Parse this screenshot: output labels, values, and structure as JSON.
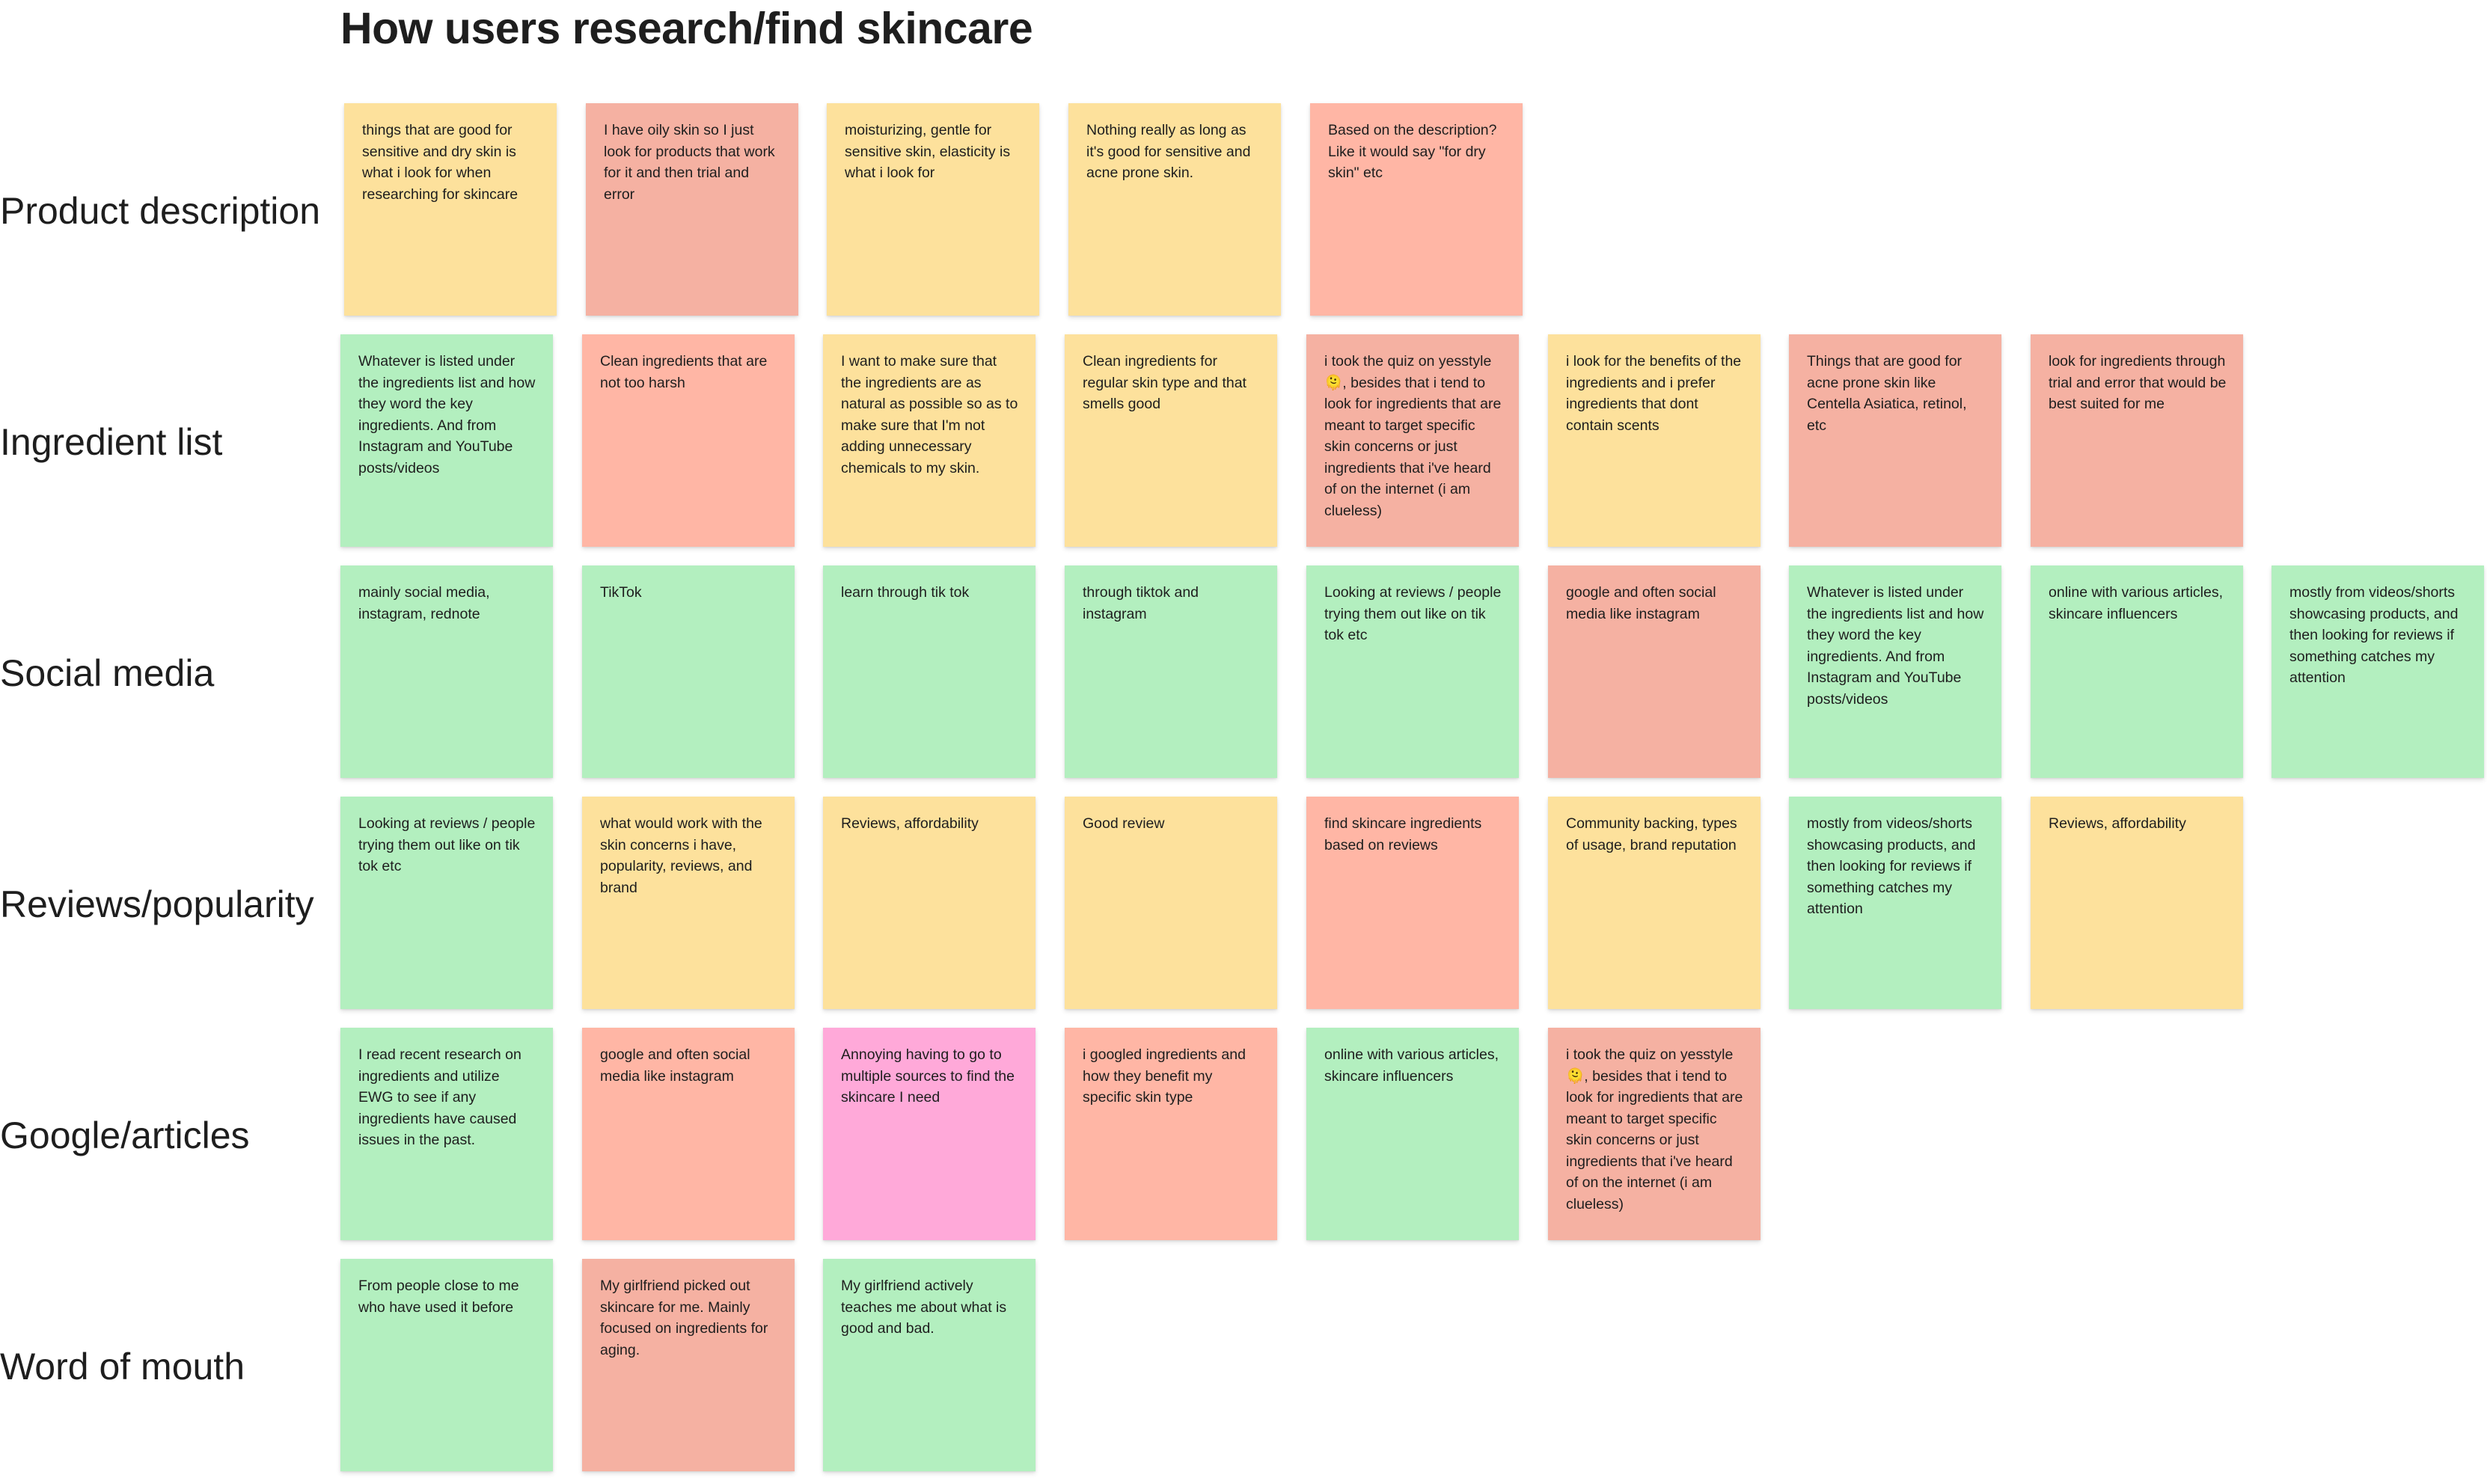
{
  "board": {
    "title": "How users research/find skincare"
  },
  "colors": {
    "yellow": "#fde19c",
    "salmon": "#f5b1a2",
    "peach": "#ffb6a5",
    "green": "#b3efbf",
    "pink": "#ffa9d9"
  },
  "rows": [
    {
      "label": "Product description",
      "notes": [
        {
          "text": "things that are good for sensitive and dry skin is what i look for when researching for skincare",
          "color": "yellow"
        },
        {
          "text": "I have oily skin so I just look for products that work for it and then trial and error",
          "color": "salmon"
        },
        {
          "text": "moisturizing, gentle for sensitive skin, elasticity is what i look for",
          "color": "yellow"
        },
        {
          "text": "Nothing really as long as it's good for sensitive and acne prone skin.",
          "color": "yellow"
        },
        {
          "text": "Based on the description? Like it would say \"for dry skin\" etc",
          "color": "peach"
        }
      ]
    },
    {
      "label": "Ingredient list",
      "notes": [
        {
          "text": "Whatever is listed under the ingredients list and how they word the key ingredients. And from Instagram and YouTube posts/videos",
          "color": "green"
        },
        {
          "text": "Clean ingredients that are not too harsh",
          "color": "peach"
        },
        {
          "text": "I want to make sure that the ingredients are as natural as possible so as to make sure that I'm not adding unnecessary chemicals to my skin.",
          "color": "yellow"
        },
        {
          "text": "Clean ingredients for regular skin type and that smells good",
          "color": "yellow"
        },
        {
          "text": "i took the quiz on yesstyle 🫠, besides that i tend to look for ingredients that are meant to target specific skin concerns or just ingredients that i've heard of on the internet (i am clueless)",
          "color": "salmon"
        },
        {
          "text": "i look for the benefits of the ingredients and i prefer ingredients that dont contain scents",
          "color": "yellow"
        },
        {
          "text": "Things that are good for acne prone skin like Centella Asiatica, retinol, etc",
          "color": "salmon"
        },
        {
          "text": "look for ingredients through trial and error that would be best suited for me",
          "color": "salmon"
        }
      ]
    },
    {
      "label": "Social media",
      "notes": [
        {
          "text": "mainly social media, instagram, rednote",
          "color": "green"
        },
        {
          "text": "TikTok",
          "color": "green"
        },
        {
          "text": "learn through tik tok",
          "color": "green"
        },
        {
          "text": "through tiktok and instagram",
          "color": "green"
        },
        {
          "text": "Looking at reviews / people trying them out like on tik tok etc",
          "color": "green"
        },
        {
          "text": "google and often social media like instagram",
          "color": "salmon"
        },
        {
          "text": "Whatever is listed under the ingredients list and how they word the key ingredients. And from Instagram and YouTube posts/videos",
          "color": "green"
        },
        {
          "text": "online with various articles, skincare influencers",
          "color": "green"
        },
        {
          "text": "mostly from videos/shorts showcasing products, and then looking for reviews if something catches my attention",
          "color": "green"
        }
      ]
    },
    {
      "label": "Reviews/popularity",
      "notes": [
        {
          "text": "Looking at reviews / people trying them out like on tik tok etc",
          "color": "green"
        },
        {
          "text": "what would work with the skin concerns i have, popularity, reviews, and brand",
          "color": "yellow"
        },
        {
          "text": "Reviews, affordability",
          "color": "yellow"
        },
        {
          "text": "Good review",
          "color": "yellow"
        },
        {
          "text": "find skincare ingredients based on reviews",
          "color": "peach"
        },
        {
          "text": "Community backing, types of usage, brand reputation",
          "color": "yellow"
        },
        {
          "text": "mostly from videos/shorts showcasing products, and then looking for reviews if something catches my attention",
          "color": "green"
        },
        {
          "text": "Reviews, affordability",
          "color": "yellow"
        }
      ]
    },
    {
      "label": "Google/articles",
      "notes": [
        {
          "text": "I read recent research on ingredients and utilize EWG to see if any ingredients have caused issues in the past.",
          "color": "green"
        },
        {
          "text": "google and often social media like instagram",
          "color": "peach"
        },
        {
          "text": "Annoying having to go to multiple sources to find the skincare I need",
          "color": "pink"
        },
        {
          "text": "i googled ingredients and how they benefit my specific skin type",
          "color": "peach"
        },
        {
          "text": "online with various articles, skincare influencers",
          "color": "green"
        },
        {
          "text": "i took the quiz on yesstyle 🫠, besides that i tend to look for ingredients that are meant to target specific skin concerns or just ingredients that i've heard of on the internet (i am clueless)",
          "color": "salmon"
        }
      ]
    },
    {
      "label": "Word of mouth",
      "notes": [
        {
          "text": "From people close to me who have used it before",
          "color": "green"
        },
        {
          "text": "My girlfriend picked out skincare for me. Mainly focused on ingredients for aging.",
          "color": "salmon"
        },
        {
          "text": "My girlfriend actively teaches me about what is good and bad.",
          "color": "green"
        }
      ]
    }
  ]
}
